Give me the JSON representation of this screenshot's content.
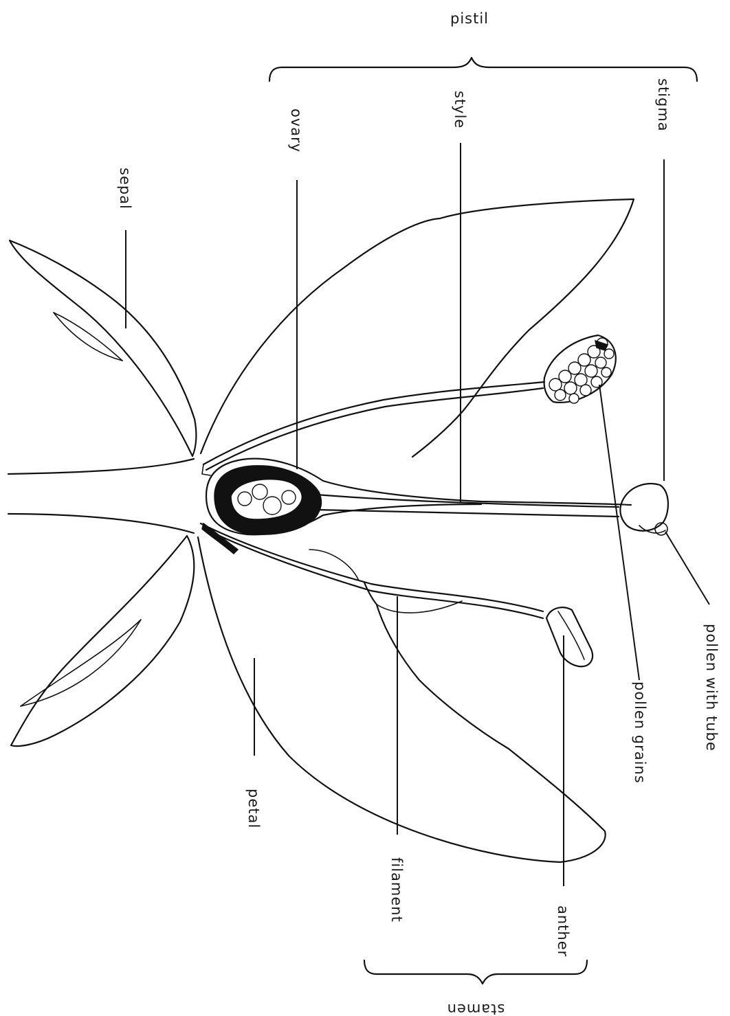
{
  "labels": {
    "pistil": "pistil",
    "stamen": "stamen",
    "stigma": "stigma",
    "style": "style",
    "ovary": "ovary",
    "sepal": "sepal",
    "petal": "petal",
    "filament": "filament",
    "anther": "anther",
    "pollen_grains": "pollen grains",
    "pollen_with_tube": "pollen with tube"
  }
}
